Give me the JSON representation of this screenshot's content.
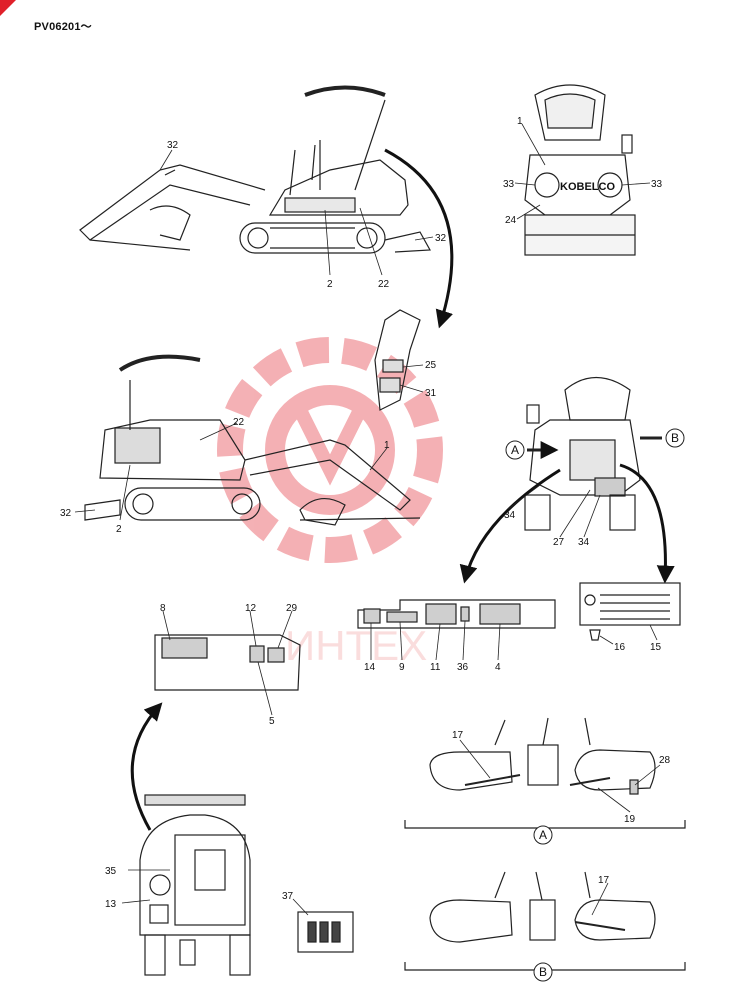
{
  "header": {
    "code": "PV06201～"
  },
  "watermark": {
    "text": "ИНТЕХ",
    "color": "#f2a0a0"
  },
  "brand": {
    "logo_text": "KOBELCO"
  },
  "colors": {
    "accent": "#e0202a",
    "line": "#222222",
    "decal": "#cfcfcf"
  },
  "callouts": [
    {
      "id": "c32a",
      "text": "32"
    },
    {
      "id": "c2a",
      "text": "2"
    },
    {
      "id": "c22a",
      "text": "22"
    },
    {
      "id": "c32b",
      "text": "32"
    },
    {
      "id": "c1a",
      "text": "1"
    },
    {
      "id": "c33a",
      "text": "33"
    },
    {
      "id": "c33b",
      "text": "33"
    },
    {
      "id": "c24",
      "text": "24"
    },
    {
      "id": "c25",
      "text": "25"
    },
    {
      "id": "c31",
      "text": "31"
    },
    {
      "id": "c22b",
      "text": "22"
    },
    {
      "id": "c1b",
      "text": "1"
    },
    {
      "id": "c32c",
      "text": "32"
    },
    {
      "id": "c2b",
      "text": "2"
    },
    {
      "id": "c34a",
      "text": "34"
    },
    {
      "id": "c27",
      "text": "27"
    },
    {
      "id": "c34b",
      "text": "34"
    },
    {
      "id": "c8",
      "text": "8"
    },
    {
      "id": "c12",
      "text": "12"
    },
    {
      "id": "c29",
      "text": "29"
    },
    {
      "id": "c5",
      "text": "5"
    },
    {
      "id": "c14",
      "text": "14"
    },
    {
      "id": "c9",
      "text": "9"
    },
    {
      "id": "c11",
      "text": "11"
    },
    {
      "id": "c36",
      "text": "36"
    },
    {
      "id": "c4",
      "text": "4"
    },
    {
      "id": "c16",
      "text": "16"
    },
    {
      "id": "c15",
      "text": "15"
    },
    {
      "id": "c17a",
      "text": "17"
    },
    {
      "id": "c28",
      "text": "28"
    },
    {
      "id": "c19",
      "text": "19"
    },
    {
      "id": "c35",
      "text": "35"
    },
    {
      "id": "c13",
      "text": "13"
    },
    {
      "id": "c37",
      "text": "37"
    },
    {
      "id": "c17b",
      "text": "17"
    }
  ],
  "views": {
    "a": "A",
    "b": "B"
  }
}
